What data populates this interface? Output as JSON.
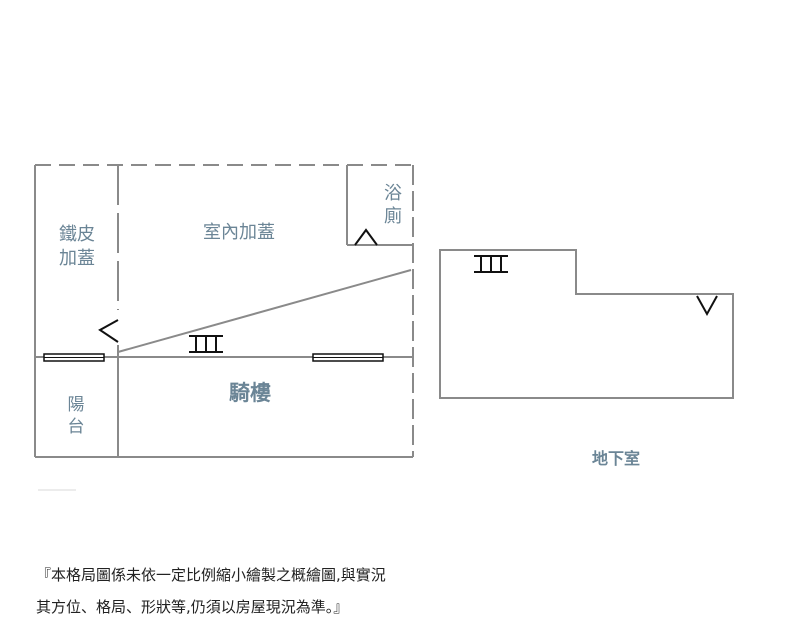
{
  "rooms": {
    "iron_addition_1": "鐵皮",
    "iron_addition_2": "加蓋",
    "indoor_addition": "室內加蓋",
    "bathroom_1": "浴",
    "bathroom_2": "廁",
    "balcony_1": "陽",
    "balcony_2": "台",
    "arcade": "騎樓",
    "basement": "地下室"
  },
  "disclaimer": {
    "line1": "『本格局圖係未依一定比例縮小繪製之概繪圖,與實況",
    "line2": "其方位、格局、形狀等,仍須以房屋現況為準。』"
  },
  "colors": {
    "wall": "#8a8a8a",
    "label": "#6b8596",
    "symbol": "#111111"
  }
}
